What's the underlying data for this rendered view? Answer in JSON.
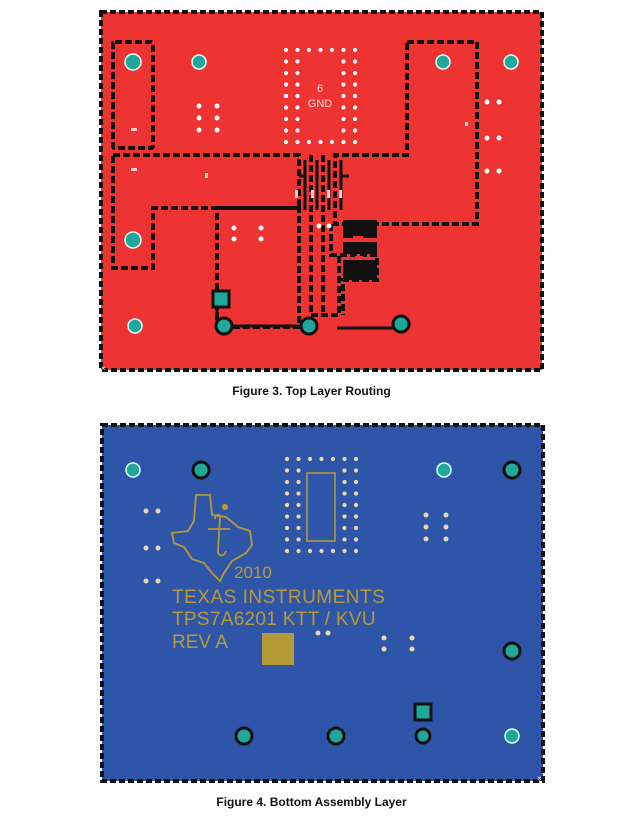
{
  "figure3": {
    "caption": "Figure 3. Top Layer Routing",
    "gnd_pin_number": "6",
    "gnd_label": "GND",
    "colors": {
      "board": "#ee3333",
      "outline": "#111111",
      "pad": "#1fa89a"
    }
  },
  "figure4": {
    "caption": "Figure 4. Bottom Assembly Layer",
    "silk_year": "2010",
    "silk_company": "TEXAS INSTRUMENTS",
    "silk_part": "TPS7A6201 KTT / KVU",
    "silk_rev": "REV A",
    "colors": {
      "board": "#2e55a8",
      "outline": "#111111",
      "silk": "#b79a38",
      "pad": "#1fa89a"
    }
  }
}
